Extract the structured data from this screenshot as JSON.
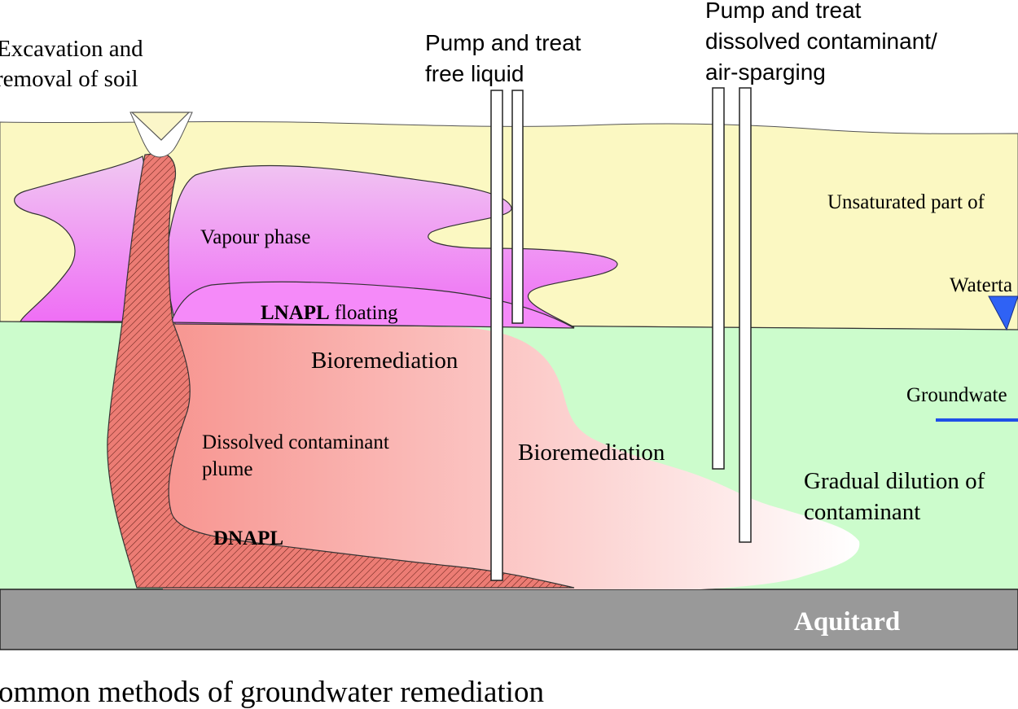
{
  "labels": {
    "excavation_line1": "Excavation and",
    "excavation_line2": "removal of soil",
    "pump_free_line1": "Pump and treat",
    "pump_free_line2": "free liquid",
    "pump_dissolved_line1": "Pump and treat",
    "pump_dissolved_line2": "dissolved contaminant/",
    "pump_dissolved_line3": "air-sparging",
    "unsaturated": "Unsaturated part of",
    "watertable": "Waterta",
    "vapour_phase": "Vapour phase",
    "lnapl": "LNAPL",
    "floating": "floating",
    "bioremediation_1": "Bioremediation",
    "bioremediation_2": "Bioremediation",
    "groundwater": "Groundwate",
    "dissolved_line1": "Dissolved contaminant",
    "dissolved_line2": "plume",
    "dilution_line1": "Gradual dilution of",
    "dilution_line2": "contaminant",
    "dnapl": "DNAPL",
    "aquitard": "Aquitard"
  },
  "caption": "ommon methods of groundwater remediation",
  "colors": {
    "unsaturated_zone": "#FBF8C2",
    "saturated_zone": "#CCFCCC",
    "vapour_top": "#F0C8F2",
    "vapour_bottom": "#EF6BF5",
    "lnapl": "#F58AF9",
    "plume_dark": "#F79590",
    "plume_light": "#FFFFFF",
    "dnapl_fill": "#EC7C74",
    "aquitard": "#999999",
    "water_marker": "#2F62F5"
  }
}
